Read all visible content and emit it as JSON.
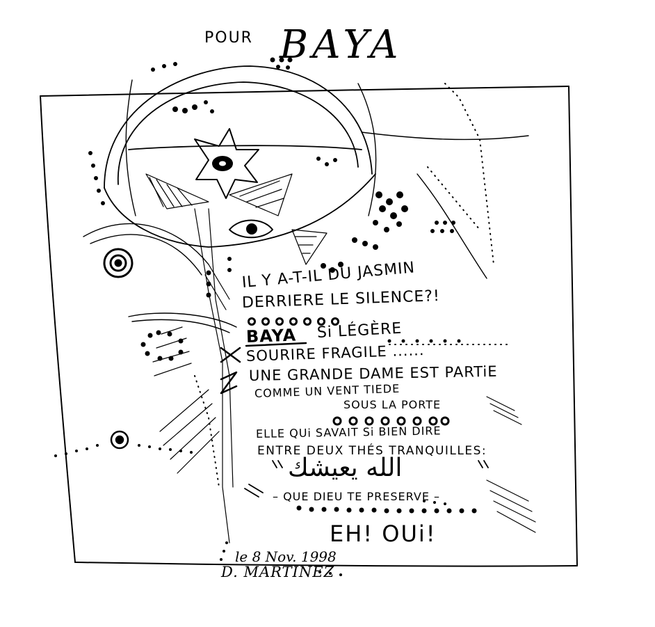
{
  "dedication": {
    "prefix": "POUR",
    "name": "BAYA"
  },
  "poem": {
    "line1": "IL Y A-T-IL DU JASMIN",
    "line2": "DERRIERE LE SILENCE?!",
    "line3_name": "BAYA",
    "line3_rest": "Si LÉGÈRE",
    "line4": "SOURIRE FRAGILE ......",
    "line5": "UNE GRANDE DAME EST PARTiE",
    "line6": "COMME UN VENT TIEDE",
    "line7": "SOUS LA PORTE",
    "line8": "ELLE QUi SAVAIT Si BIEN DIRE",
    "line9": "ENTRE DEUX THÉS TRANQUILLES:",
    "arabic": "الله يعيشك",
    "translation": "– QUE DIEU TE PRESERVE –",
    "closing": "EH! OUi!"
  },
  "signature": {
    "date": "le 8 Nov. 1998",
    "name": "D. MARTINEZ"
  },
  "colors": {
    "ink": "#000000",
    "paper": "#ffffff"
  }
}
